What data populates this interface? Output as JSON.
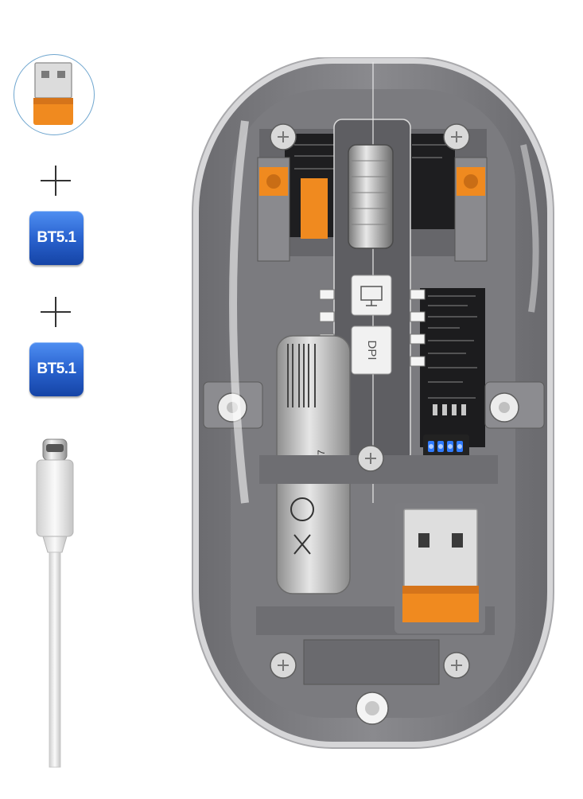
{
  "accessories": {
    "badges": [
      {
        "label": "BT5.1"
      },
      {
        "label": "BT5.1"
      }
    ]
  },
  "mouse": {
    "buttons": [
      "monitor-icon",
      "DPI"
    ],
    "battery_mark": "3.7"
  },
  "colors": {
    "accent_orange": "#f08a1f",
    "shell_gray": "#7d7d80",
    "badge_blue": "#2a63cf"
  }
}
